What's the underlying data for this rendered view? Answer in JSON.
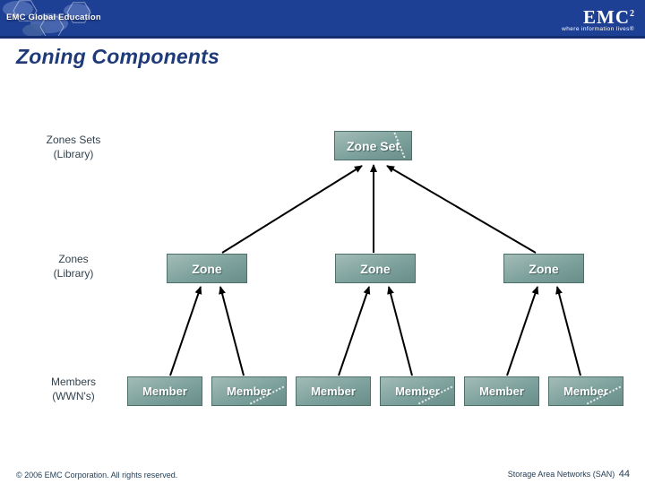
{
  "header": {
    "left_logo_text": "EMC Global Education",
    "logo_text": "EMC",
    "logo_sup": "2",
    "tagline": "where information lives®"
  },
  "title": "Zoning Components",
  "diagram": {
    "row_labels": [
      {
        "line1": "Zones Sets",
        "line2": "(Library)"
      },
      {
        "line1": "Zones",
        "line2": "(Library)"
      },
      {
        "line1": "Members",
        "line2": "(WWN's)"
      }
    ],
    "zone_set": {
      "label": "Zone Set"
    },
    "zones": [
      {
        "label": "Zone"
      },
      {
        "label": "Zone"
      },
      {
        "label": "Zone"
      }
    ],
    "members": [
      {
        "label": "Member"
      },
      {
        "label": "Member"
      },
      {
        "label": "Member"
      },
      {
        "label": "Member"
      },
      {
        "label": "Member"
      },
      {
        "label": "Member"
      }
    ],
    "connections": [
      {
        "from": "zone-1",
        "to": "zone-set"
      },
      {
        "from": "zone-2",
        "to": "zone-set"
      },
      {
        "from": "zone-3",
        "to": "zone-set"
      },
      {
        "from": "member-1",
        "to": "zone-1"
      },
      {
        "from": "member-2",
        "to": "zone-1"
      },
      {
        "from": "member-3",
        "to": "zone-2"
      },
      {
        "from": "member-4",
        "to": "zone-2"
      },
      {
        "from": "member-5",
        "to": "zone-3"
      },
      {
        "from": "member-6",
        "to": "zone-3"
      }
    ]
  },
  "footer": {
    "copyright": "© 2006 EMC Corporation. All rights reserved.",
    "course": "Storage Area Networks (SAN)",
    "page": "44"
  },
  "colors": {
    "header_blue": "#1e4094",
    "header_blue_dark": "#142e72",
    "title_navy": "#1f3a78",
    "box_teal_light": "#a4bcb7",
    "box_teal_dark": "#698e89",
    "box_border": "#4c716b",
    "label_text": "#33424d",
    "footer_text": "#233d55",
    "arrow": "#000000"
  }
}
